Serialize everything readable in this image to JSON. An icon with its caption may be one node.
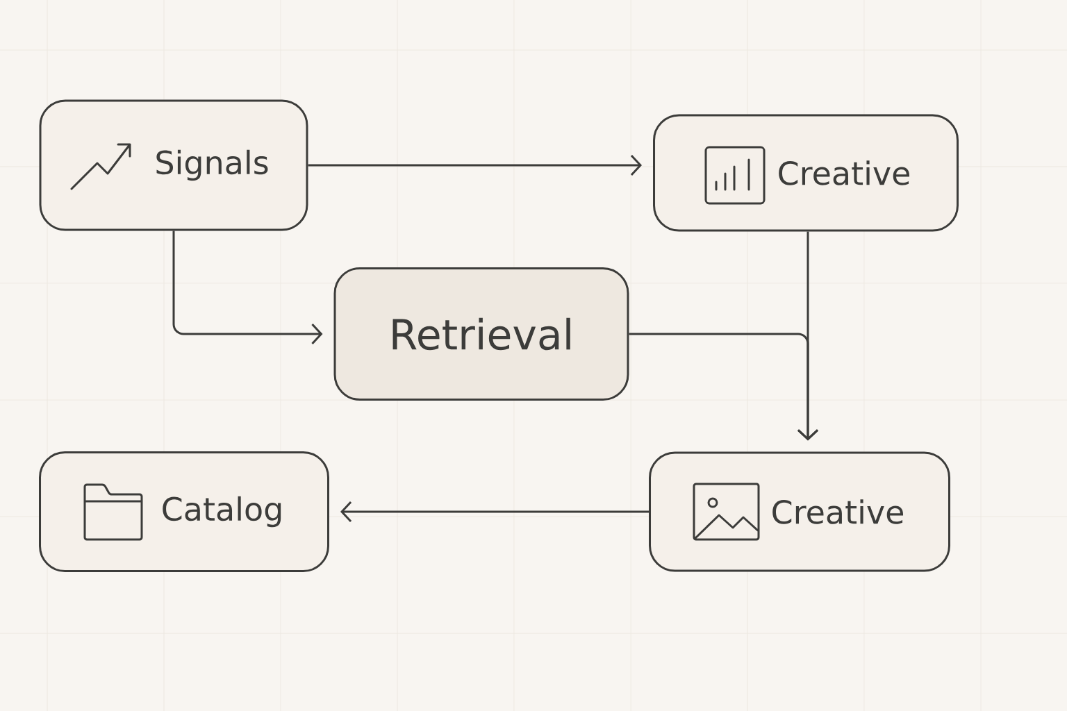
{
  "diagram": {
    "nodes": [
      {
        "text": [
          "Signals"
        ]
      },
      {
        "text": [
          "Creative"
        ]
      },
      {
        "text": [
          "Retrieval"
        ]
      },
      {
        "text": [
          "Catalog"
        ]
      },
      {
        "text": [
          "Creative"
        ]
      }
    ],
    "edges": [
      {
        "from": 0,
        "to": 1,
        "arrow": "to"
      },
      {
        "from": 0,
        "to": 2,
        "arrow": "to"
      },
      {
        "from": 1,
        "to": 4,
        "arrow": "to"
      },
      {
        "from": 2,
        "to": 4,
        "arrow": "to"
      },
      {
        "from": 4,
        "to": 3,
        "arrow": "to"
      }
    ]
  }
}
